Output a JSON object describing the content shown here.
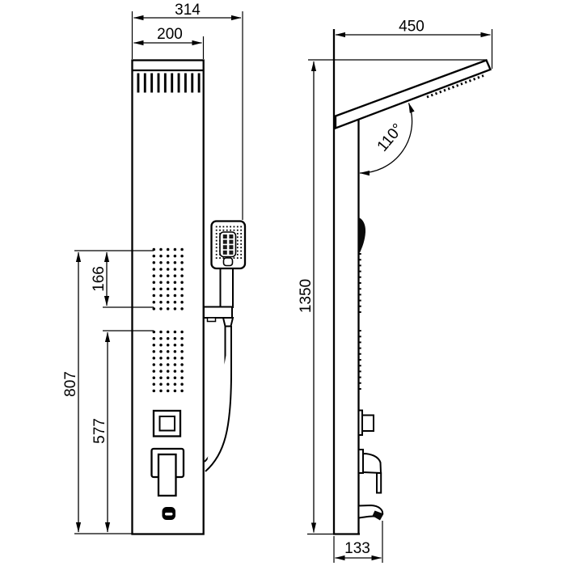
{
  "drawing": {
    "background": "#ffffff",
    "line_color": "#000000",
    "views": {
      "front": "front-view",
      "side": "side-view"
    },
    "dimensions": {
      "total_width": "314",
      "panel_width": "200",
      "head_reach": "450",
      "head_angle": "110°",
      "upper_jets_span": "166",
      "jets_overall_height": "807",
      "lower_section_height": "577",
      "total_height": "1350",
      "bottom_spout_depth": "133"
    }
  }
}
